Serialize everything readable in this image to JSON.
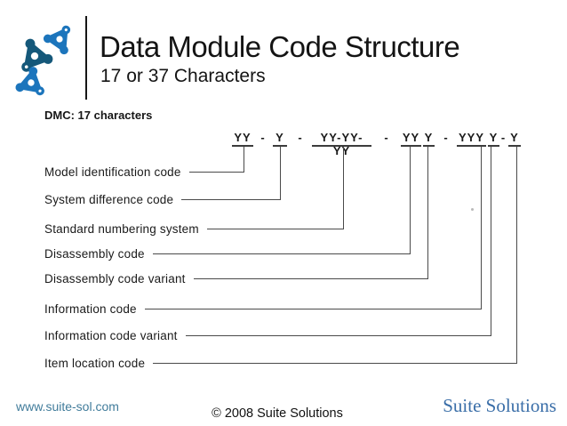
{
  "header": {
    "title": "Data Module Code Structure",
    "subtitle": "17 or 37 Characters"
  },
  "diagram": {
    "heading": "DMC: 17 characters",
    "code_tokens": [
      "YY",
      "-",
      "Y",
      "-",
      "YY-YY-YY",
      "-",
      "YY",
      "Y",
      "-",
      "YYY",
      "Y",
      "-",
      "Y"
    ],
    "labels": [
      "Model identification code",
      "System difference code",
      "Standard numbering system",
      "Disassembly code",
      "Disassembly code variant",
      "Information code",
      "Information code variant",
      "Item location code"
    ]
  },
  "footer": {
    "website": "www.suite-sol.com",
    "copyright": "© 2008 Suite Solutions",
    "brand": "Suite Solutions"
  },
  "colors": {
    "logo_dark": "#15587a",
    "logo_light": "#1c75bc",
    "link_blue": "#417c9b",
    "brand_blue": "#3a6ea8",
    "line_gray": "#4a4a4a"
  }
}
